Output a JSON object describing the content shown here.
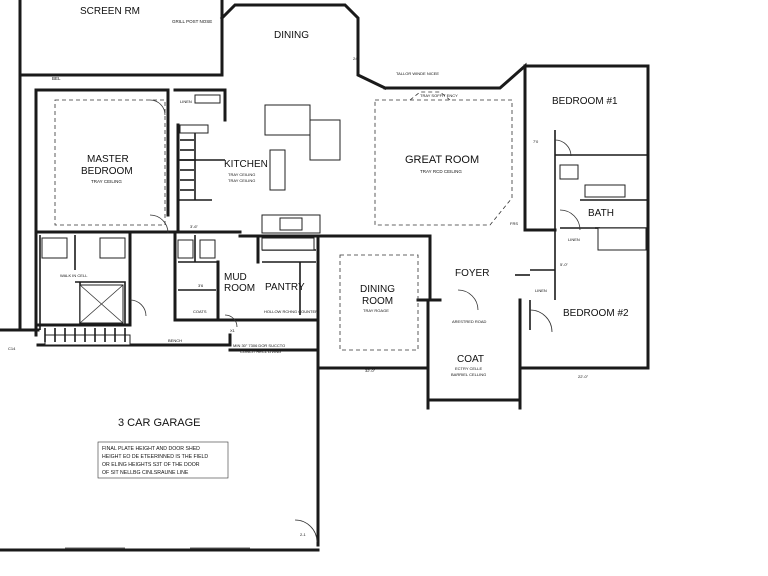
{
  "rooms": {
    "screen_rm": "SCREEN RM",
    "dining": "DINING",
    "master_bedroom_1": "MASTER",
    "master_bedroom_2": "BEDROOM",
    "kitchen": "KITCHEN",
    "great_room": "GREAT ROOM",
    "bedroom1": "BEDROOM #1",
    "bath": "BATH",
    "foyer": "FOYER",
    "dining_room_1": "DINING",
    "dining_room_2": "ROOM",
    "mud_room_1": "MUD",
    "mud_room_2": "ROOM",
    "pantry": "PANTRY",
    "bedroom2": "BEDROOM #2",
    "coat": "COAT",
    "garage": "3 CAR GARAGE"
  },
  "annotations": {
    "grill_post_note": "GRILL POST NOSE",
    "bel": "BEL",
    "tray_ceiling": "TRAY CEILING",
    "tray_ceiling_kitchen_1": "TRAY CEILING",
    "tray_ceiling_kitchen_2": "TRAY CEILING",
    "great_room_ceiling": "TRAY RCD CEILING",
    "tray_soffit": "TRAY SOFFIT ENCY",
    "window_note": "TALLOR WINDE NICEE",
    "linen_1": "LINEN",
    "linen_2": "LINEN",
    "linen_3": "LINEN",
    "coats": "COATS",
    "bench_note": "BENCH",
    "pantry_counter": "HOLLOW RCHNG COUNTER",
    "dining_note": "TRAY ROAGE",
    "foyer_note": "ARESTRED ROAD",
    "coat_note_1": "ECTRY CELLE",
    "coat_note_2": "BARRIEL CELLING",
    "mud_note": "MIN 30\" 7306 DOR SUCCTO",
    "mud_note_2": "CONCIT RECL LIVING",
    "garage_note_1": "FINAL PLATE HEIGHT AND DOOR SHED",
    "garage_note_2": "HEIGHT EO DE ETEERINNED IS THE FIELD",
    "garage_note_3": "OR ELING HEIGHTS S3T OF THE DOOR",
    "garage_note_4": "OF SIT NELLBG CINLSRAUNE LINE",
    "wall_note": "WALK IN CELL",
    "dim_1": "24'",
    "dim_2": "3'-6\"",
    "dim_3": "32'-0\"",
    "dim_4": "22'-0\"",
    "dim_5": "5'-0\"",
    "dim_6": "2-1",
    "dim_7": "X1",
    "dim_8": "C14",
    "dim_9": "FRS",
    "dim_10": "3'6",
    "dim_11": "7'0"
  },
  "colors": {
    "wall": "#1a1a1a",
    "background": "#ffffff"
  }
}
